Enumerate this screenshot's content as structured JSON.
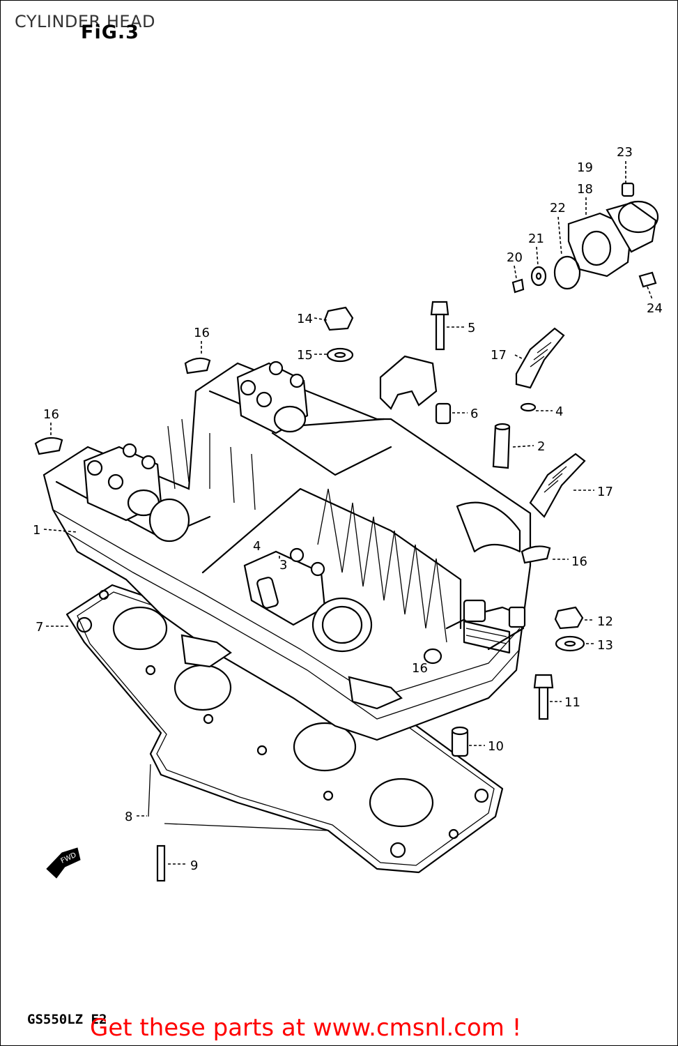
{
  "header": {
    "title": "CYLINDER HEAD",
    "figure_label": "FiG.3"
  },
  "footer": {
    "model_code": "GS550LZ  E2",
    "cta_text": "Get these parts at www.cmsnl.com !"
  },
  "arrow_label": "FWD",
  "callouts": [
    {
      "id": "c1",
      "label": "1"
    },
    {
      "id": "c2",
      "label": "2"
    },
    {
      "id": "c3",
      "label": "3"
    },
    {
      "id": "c4a",
      "label": "4"
    },
    {
      "id": "c4b",
      "label": "4"
    },
    {
      "id": "c5",
      "label": "5"
    },
    {
      "id": "c6",
      "label": "6"
    },
    {
      "id": "c7",
      "label": "7"
    },
    {
      "id": "c8",
      "label": "8"
    },
    {
      "id": "c9",
      "label": "9"
    },
    {
      "id": "c10",
      "label": "10"
    },
    {
      "id": "c11",
      "label": "11"
    },
    {
      "id": "c12",
      "label": "12"
    },
    {
      "id": "c13",
      "label": "13"
    },
    {
      "id": "c14",
      "label": "14"
    },
    {
      "id": "c15",
      "label": "15"
    },
    {
      "id": "c16a",
      "label": "16"
    },
    {
      "id": "c16b",
      "label": "16"
    },
    {
      "id": "c16c",
      "label": "16"
    },
    {
      "id": "c16d",
      "label": "16"
    },
    {
      "id": "c17a",
      "label": "17"
    },
    {
      "id": "c17b",
      "label": "17"
    },
    {
      "id": "c18",
      "label": "18"
    },
    {
      "id": "c19",
      "label": "19"
    },
    {
      "id": "c20",
      "label": "20"
    },
    {
      "id": "c21",
      "label": "21"
    },
    {
      "id": "c22",
      "label": "22"
    },
    {
      "id": "c23",
      "label": "23"
    },
    {
      "id": "c24",
      "label": "24"
    }
  ],
  "colors": {
    "line": "#000000",
    "cta": "#ff0000",
    "title": "#333333"
  }
}
